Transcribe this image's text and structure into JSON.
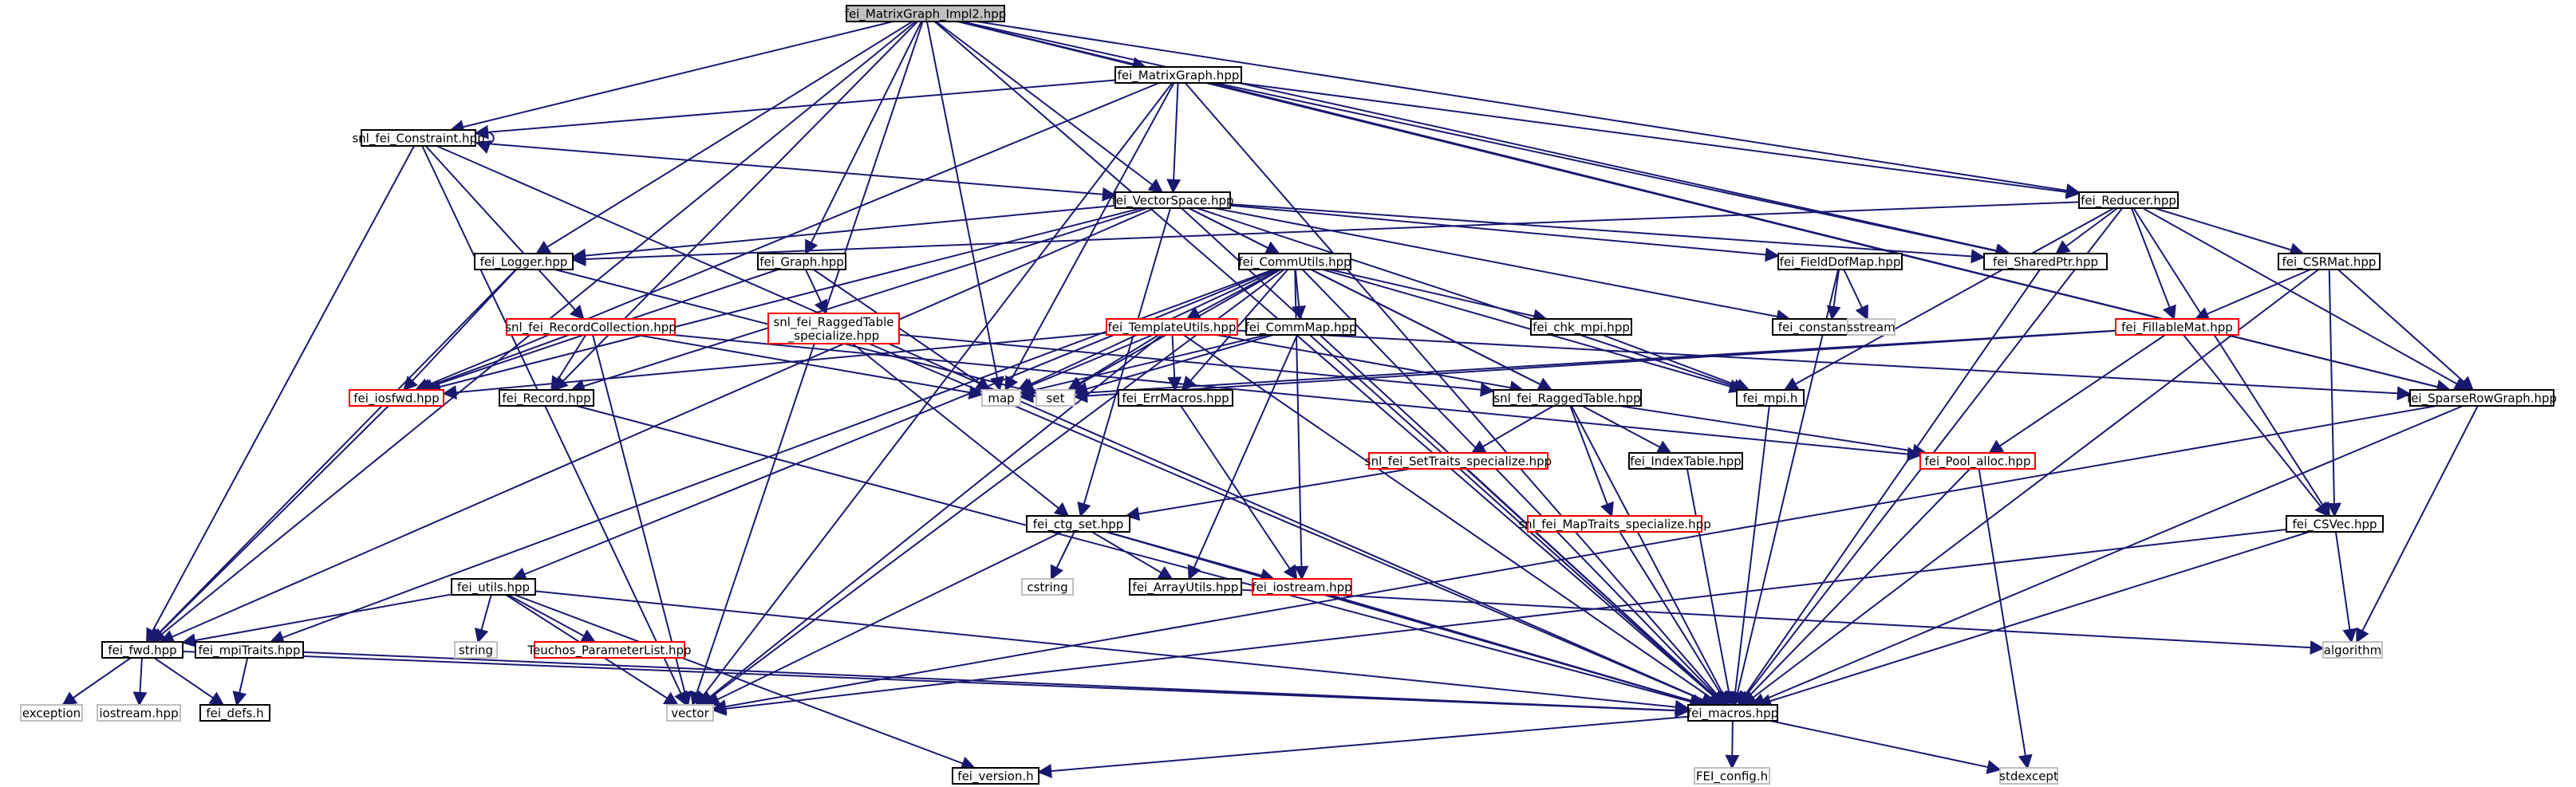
{
  "colors": {
    "edge": "#191970",
    "node_border": "#000000",
    "node_border_red": "#ff0000",
    "node_border_sys": "#bfbfbf",
    "root_fill": "#bfbfbf",
    "node_fill": "#ffffff",
    "text": "#000000",
    "text_sys": "#000000"
  },
  "nodes": [
    {
      "id": "root",
      "label": "fei_MatrixGraph_Impl2.hpp",
      "kind": "root"
    },
    {
      "id": "matrixgraph",
      "label": "fei_MatrixGraph.hpp",
      "kind": "normal"
    },
    {
      "id": "constraint",
      "label": "snl_fei_Constraint.hpp",
      "kind": "normal"
    },
    {
      "id": "vectorspace",
      "label": "fei_VectorSpace.hpp",
      "kind": "normal"
    },
    {
      "id": "reducer",
      "label": "fei_Reducer.hpp",
      "kind": "normal"
    },
    {
      "id": "logger",
      "label": "fei_Logger.hpp",
      "kind": "normal"
    },
    {
      "id": "graph",
      "label": "fei_Graph.hpp",
      "kind": "normal"
    },
    {
      "id": "commutils",
      "label": "fei_CommUtils.hpp",
      "kind": "normal"
    },
    {
      "id": "fielddofmap",
      "label": "fei_FieldDofMap.hpp",
      "kind": "normal"
    },
    {
      "id": "sharedptr",
      "label": "fei_SharedPtr.hpp",
      "kind": "normal"
    },
    {
      "id": "csrmat",
      "label": "fei_CSRMat.hpp",
      "kind": "normal"
    },
    {
      "id": "recordcollection",
      "label": "snl_fei_RecordCollection.hpp",
      "kind": "red"
    },
    {
      "id": "raggedspec",
      "label": "snl_fei_RaggedTable\n_specialize.hpp",
      "kind": "red"
    },
    {
      "id": "templateutils",
      "label": "fei_TemplateUtils.hpp",
      "kind": "red"
    },
    {
      "id": "commmap",
      "label": "fei_CommMap.hpp",
      "kind": "normal"
    },
    {
      "id": "chkmpi",
      "label": "fei_chk_mpi.hpp",
      "kind": "normal"
    },
    {
      "id": "constants",
      "label": "fei_constants.hpp",
      "kind": "normal"
    },
    {
      "id": "sstream",
      "label": "sstream",
      "kind": "sys"
    },
    {
      "id": "fillablemat",
      "label": "fei_FillableMat.hpp",
      "kind": "red"
    },
    {
      "id": "iosfwd",
      "label": "fei_iosfwd.hpp",
      "kind": "red"
    },
    {
      "id": "record",
      "label": "fei_Record.hpp",
      "kind": "normal"
    },
    {
      "id": "map",
      "label": "map",
      "kind": "sys"
    },
    {
      "id": "set",
      "label": "set",
      "kind": "sys"
    },
    {
      "id": "errmacros",
      "label": "fei_ErrMacros.hpp",
      "kind": "normal"
    },
    {
      "id": "raggedtable",
      "label": "snl_fei_RaggedTable.hpp",
      "kind": "normal"
    },
    {
      "id": "mpih",
      "label": "fei_mpi.h",
      "kind": "normal"
    },
    {
      "id": "sparserowgraph",
      "label": "fei_SparseRowGraph.hpp",
      "kind": "normal"
    },
    {
      "id": "settraits",
      "label": "snl_fei_SetTraits_specialize.hpp",
      "kind": "red"
    },
    {
      "id": "indextable",
      "label": "fei_IndexTable.hpp",
      "kind": "normal"
    },
    {
      "id": "poolalloc",
      "label": "fei_Pool_alloc.hpp",
      "kind": "red"
    },
    {
      "id": "maptraits",
      "label": "snl_fei_MapTraits_specialize.hpp",
      "kind": "red"
    },
    {
      "id": "ctgset",
      "label": "fei_ctg_set.hpp",
      "kind": "normal"
    },
    {
      "id": "csvec",
      "label": "fei_CSVec.hpp",
      "kind": "normal"
    },
    {
      "id": "cstring",
      "label": "cstring",
      "kind": "sys"
    },
    {
      "id": "arrayutils",
      "label": "fei_ArrayUtils.hpp",
      "kind": "normal"
    },
    {
      "id": "iostream_fei",
      "label": "fei_iostream.hpp",
      "kind": "red"
    },
    {
      "id": "utils",
      "label": "fei_utils.hpp",
      "kind": "normal"
    },
    {
      "id": "string",
      "label": "string",
      "kind": "sys"
    },
    {
      "id": "teuchos",
      "label": "Teuchos_ParameterList.hpp",
      "kind": "red"
    },
    {
      "id": "algorithm",
      "label": "algorithm",
      "kind": "sys"
    },
    {
      "id": "fwd",
      "label": "fei_fwd.hpp",
      "kind": "normal"
    },
    {
      "id": "mpitraits",
      "label": "fei_mpiTraits.hpp",
      "kind": "normal"
    },
    {
      "id": "exception",
      "label": "exception",
      "kind": "sys"
    },
    {
      "id": "iostream",
      "label": "iostream.hpp",
      "kind": "sys"
    },
    {
      "id": "defs",
      "label": "fei_defs.h",
      "kind": "normal"
    },
    {
      "id": "vector",
      "label": "vector",
      "kind": "sys"
    },
    {
      "id": "macros",
      "label": "fei_macros.hpp",
      "kind": "normal"
    },
    {
      "id": "version",
      "label": "fei_version.h",
      "kind": "normal"
    },
    {
      "id": "feiconfig",
      "label": "FEI_config.h",
      "kind": "sys"
    },
    {
      "id": "stdexcept",
      "label": "stdexcept",
      "kind": "sys"
    }
  ],
  "edges": [
    [
      "root",
      "matrixgraph"
    ],
    [
      "root",
      "constraint"
    ],
    [
      "root",
      "reducer"
    ],
    [
      "root",
      "vectorspace"
    ],
    [
      "root",
      "logger"
    ],
    [
      "root",
      "graph"
    ],
    [
      "root",
      "record"
    ],
    [
      "root",
      "map"
    ],
    [
      "root",
      "vector"
    ],
    [
      "root",
      "sharedptr"
    ],
    [
      "root",
      "sparserowgraph"
    ],
    [
      "root",
      "macros"
    ],
    [
      "root",
      "fwd"
    ],
    [
      "matrixgraph",
      "constraint"
    ],
    [
      "matrixgraph",
      "vectorspace"
    ],
    [
      "matrixgraph",
      "reducer"
    ],
    [
      "matrixgraph",
      "sharedptr"
    ],
    [
      "matrixgraph",
      "sparserowgraph"
    ],
    [
      "matrixgraph",
      "macros"
    ],
    [
      "matrixgraph",
      "iosfwd"
    ],
    [
      "matrixgraph",
      "vector"
    ],
    [
      "matrixgraph",
      "map"
    ],
    [
      "constraint",
      "constraint"
    ],
    [
      "constraint",
      "vectorspace"
    ],
    [
      "constraint",
      "recordcollection"
    ],
    [
      "constraint",
      "fwd"
    ],
    [
      "constraint",
      "vector"
    ],
    [
      "constraint",
      "macros"
    ],
    [
      "vectorspace",
      "logger"
    ],
    [
      "vectorspace",
      "commutils"
    ],
    [
      "vectorspace",
      "fielddofmap"
    ],
    [
      "vectorspace",
      "sharedptr"
    ],
    [
      "vectorspace",
      "constants"
    ],
    [
      "vectorspace",
      "raggedtable"
    ],
    [
      "vectorspace",
      "ctgset"
    ],
    [
      "vectorspace",
      "fwd"
    ],
    [
      "vectorspace",
      "iosfwd"
    ],
    [
      "vectorspace",
      "mpih"
    ],
    [
      "vectorspace",
      "macros"
    ],
    [
      "vectorspace",
      "record"
    ],
    [
      "reducer",
      "sharedptr"
    ],
    [
      "reducer",
      "csrmat"
    ],
    [
      "reducer",
      "fillablemat"
    ],
    [
      "reducer",
      "csvec"
    ],
    [
      "reducer",
      "sparserowgraph"
    ],
    [
      "reducer",
      "mpih"
    ],
    [
      "reducer",
      "macros"
    ],
    [
      "reducer",
      "logger"
    ],
    [
      "logger",
      "iosfwd"
    ],
    [
      "logger",
      "fwd"
    ],
    [
      "logger",
      "set"
    ],
    [
      "graph",
      "raggedspec"
    ],
    [
      "graph",
      "map"
    ],
    [
      "graph",
      "iosfwd"
    ],
    [
      "commutils",
      "templateutils"
    ],
    [
      "commutils",
      "commmap"
    ],
    [
      "commutils",
      "chkmpi"
    ],
    [
      "commutils",
      "mpih"
    ],
    [
      "commutils",
      "raggedtable"
    ],
    [
      "commutils",
      "errmacros"
    ],
    [
      "commutils",
      "iostream_fei"
    ],
    [
      "commutils",
      "vector"
    ],
    [
      "commutils",
      "set"
    ],
    [
      "commutils",
      "map"
    ],
    [
      "commutils",
      "mpitraits"
    ],
    [
      "commutils",
      "macros"
    ],
    [
      "commutils",
      "utils"
    ],
    [
      "fielddofmap",
      "constants"
    ],
    [
      "fielddofmap",
      "sstream"
    ],
    [
      "fielddofmap",
      "macros"
    ],
    [
      "sharedptr",
      "macros"
    ],
    [
      "csrmat",
      "fillablemat"
    ],
    [
      "csrmat",
      "sparserowgraph"
    ],
    [
      "csrmat",
      "csvec"
    ],
    [
      "csrmat",
      "macros"
    ],
    [
      "recordcollection",
      "iosfwd"
    ],
    [
      "recordcollection",
      "record"
    ],
    [
      "recordcollection",
      "map"
    ],
    [
      "recordcollection",
      "poolalloc"
    ],
    [
      "recordcollection",
      "vector"
    ],
    [
      "raggedspec",
      "raggedtable"
    ],
    [
      "raggedspec",
      "ctgset"
    ],
    [
      "raggedspec",
      "macros"
    ],
    [
      "templateutils",
      "map"
    ],
    [
      "templateutils",
      "set"
    ],
    [
      "templateutils",
      "raggedtable"
    ],
    [
      "templateutils",
      "errmacros"
    ],
    [
      "templateutils",
      "iosfwd"
    ],
    [
      "templateutils",
      "vector"
    ],
    [
      "templateutils",
      "macros"
    ],
    [
      "templateutils",
      "sparserowgraph"
    ],
    [
      "commmap",
      "set"
    ],
    [
      "commmap",
      "map"
    ],
    [
      "commmap",
      "arrayutils"
    ],
    [
      "commmap",
      "macros"
    ],
    [
      "chkmpi",
      "mpih"
    ],
    [
      "fillablemat",
      "set"
    ],
    [
      "fillablemat",
      "poolalloc"
    ],
    [
      "fillablemat",
      "csvec"
    ],
    [
      "fillablemat",
      "map"
    ],
    [
      "iosfwd",
      "fwd"
    ],
    [
      "record",
      "macros"
    ],
    [
      "errmacros",
      "iostream_fei"
    ],
    [
      "raggedtable",
      "settraits"
    ],
    [
      "raggedtable",
      "indextable"
    ],
    [
      "raggedtable",
      "maptraits"
    ],
    [
      "raggedtable",
      "poolalloc"
    ],
    [
      "raggedtable",
      "macros"
    ],
    [
      "mpih",
      "macros"
    ],
    [
      "sparserowgraph",
      "vector"
    ],
    [
      "sparserowgraph",
      "algorithm"
    ],
    [
      "sparserowgraph",
      "macros"
    ],
    [
      "settraits",
      "ctgset"
    ],
    [
      "settraits",
      "macros"
    ],
    [
      "indextable",
      "macros"
    ],
    [
      "poolalloc",
      "macros"
    ],
    [
      "poolalloc",
      "stdexcept"
    ],
    [
      "maptraits",
      "macros"
    ],
    [
      "ctgset",
      "cstring"
    ],
    [
      "ctgset",
      "arrayutils"
    ],
    [
      "ctgset",
      "iostream_fei"
    ],
    [
      "ctgset",
      "vector"
    ],
    [
      "ctgset",
      "macros"
    ],
    [
      "csvec",
      "algorithm"
    ],
    [
      "csvec",
      "vector"
    ],
    [
      "csvec",
      "macros"
    ],
    [
      "arrayutils",
      "algorithm"
    ],
    [
      "iostream_fei",
      "macros"
    ],
    [
      "utils",
      "fwd"
    ],
    [
      "utils",
      "string"
    ],
    [
      "utils",
      "teuchos"
    ],
    [
      "utils",
      "vector"
    ],
    [
      "utils",
      "version"
    ],
    [
      "utils",
      "macros"
    ],
    [
      "fwd",
      "exception"
    ],
    [
      "fwd",
      "iostream"
    ],
    [
      "fwd",
      "defs"
    ],
    [
      "fwd",
      "macros"
    ],
    [
      "mpitraits",
      "defs"
    ],
    [
      "mpitraits",
      "macros"
    ],
    [
      "macros",
      "version"
    ],
    [
      "macros",
      "feiconfig"
    ],
    [
      "macros",
      "stdexcept"
    ]
  ]
}
